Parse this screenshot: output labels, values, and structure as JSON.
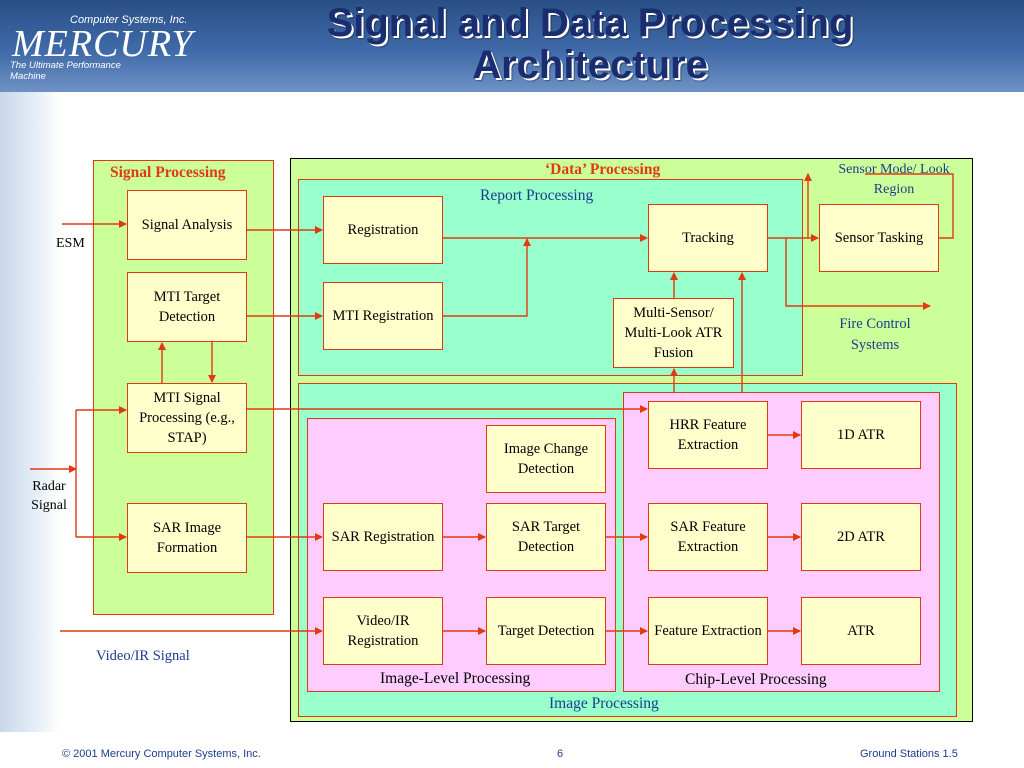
{
  "header": {
    "title": "Signal and Data Processing Architecture",
    "logo_company": "Computer Systems, Inc.",
    "logo_name": "MERCURY",
    "logo_tagline": "The Ultimate Performance Machine"
  },
  "regions": {
    "signal_processing": "Signal Processing",
    "data_processing": "‘Data’ Processing",
    "report_processing": "Report Processing",
    "image_processing": "Image Processing",
    "image_level": "Image-Level Processing",
    "chip_level": "Chip-Level Processing"
  },
  "inputs": {
    "esm": "ESM",
    "radar_signal": "Radar Signal",
    "video_ir_signal": "Video/IR Signal"
  },
  "outputs": {
    "sensor_mode": "Sensor Mode/ Look Region",
    "fire_control": "Fire Control Systems"
  },
  "boxes": {
    "signal_analysis": "Signal Analysis",
    "mti_target_detection": "MTI Target Detection",
    "mti_signal_processing": "MTI Signal Processing (e.g., STAP)",
    "sar_image_formation": "SAR Image Formation",
    "registration": "Registration",
    "mti_registration": "MTI Registration",
    "tracking": "Tracking",
    "sensor_tasking": "Sensor Tasking",
    "multi_sensor_fusion": "Multi-Sensor/ Multi-Look ATR Fusion",
    "image_change_detection": "Image Change Detection",
    "sar_registration": "SAR Registration",
    "sar_target_detection": "SAR Target Detection",
    "video_ir_registration": "Video/IR Registration",
    "target_detection": "Target Detection",
    "hrr_feature_extraction": "HRR Feature Extraction",
    "atr_1d": "1D ATR",
    "sar_feature_extraction": "SAR Feature Extraction",
    "atr_2d": "2D ATR",
    "feature_extraction": "Feature Extraction",
    "atr": "ATR"
  },
  "footer": {
    "copyright": "© 2001 Mercury Computer Systems, Inc.",
    "page_number": "6",
    "section": "Ground Stations 1.5"
  },
  "colors": {
    "connector": "#e03b10",
    "region_green": "#ccff99",
    "region_cyan": "#99ffcc",
    "region_pink": "#ffccff",
    "box_fill": "#ffffcc",
    "label_blue": "#1a3e8c"
  }
}
